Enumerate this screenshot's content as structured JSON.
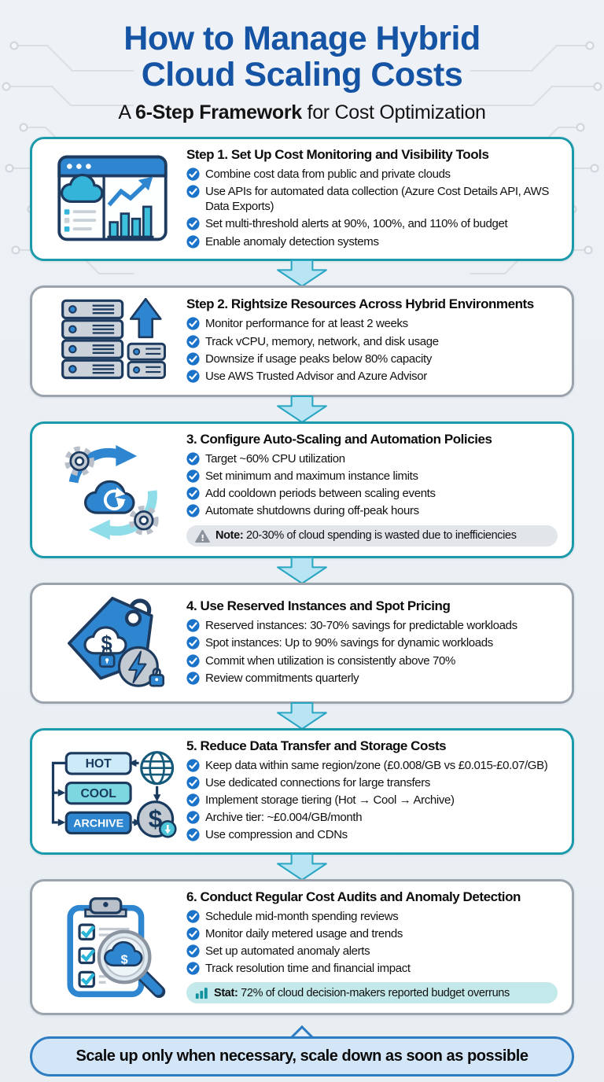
{
  "header": {
    "title_line1": "How to Manage Hybrid",
    "title_line2": "Cloud Scaling Costs",
    "subtitle_prefix": "A ",
    "subtitle_bold": "6-Step Framework",
    "subtitle_suffix": " for Cost Optimization"
  },
  "steps": [
    {
      "icon": "cost-monitoring-dashboard-icon",
      "title": "Step 1. Set Up Cost Monitoring and Visibility Tools",
      "bullets": [
        "Combine cost data from public and private clouds",
        "Use APIs for automated data collection (Azure Cost Details API, AWS Data Exports)",
        "Set multi-threshold alerts at 90%, 100%, and 110% of budget",
        "Enable anomaly detection systems"
      ]
    },
    {
      "icon": "server-rightsizing-icon",
      "title": "Step 2. Rightsize Resources Across Hybrid Environments",
      "bullets": [
        "Monitor performance for at least 2 weeks",
        "Track vCPU, memory, network, and disk usage",
        "Downsize if usage peaks below 80% capacity",
        "Use AWS Trusted Advisor and Azure Advisor"
      ]
    },
    {
      "icon": "auto-scaling-icon",
      "title": "3. Configure Auto-Scaling and Automation Policies",
      "bullets": [
        "Target ~60% CPU utilization",
        "Set minimum and maximum instance limits",
        "Add cooldown periods between scaling events",
        "Automate shutdowns during off-peak hours"
      ],
      "note": {
        "label": "Note:",
        "text": "20-30% of cloud spending is wasted due to inefficiencies"
      }
    },
    {
      "icon": "reserved-instances-price-tag-icon",
      "title": "4. Use Reserved Instances and Spot Pricing",
      "bullets": [
        "Reserved instances: 30-70% savings for predictable workloads",
        "Spot instances: Up to 90% savings for dynamic workloads",
        "Commit when utilization is consistently above 70%",
        "Review commitments quarterly"
      ]
    },
    {
      "icon": "storage-tiering-icon",
      "icon_labels": [
        "HOT",
        "COOL",
        "ARCHIVE"
      ],
      "title": "5. Reduce Data Transfer and Storage Costs",
      "bullets": [
        "Keep data within same region/zone (£0.008/GB vs £0.015-£0.07/GB)",
        "Use dedicated connections for large transfers",
        "Implement storage tiering (Hot → Cool → Archive)",
        "Archive tier: ~£0.004/GB/month",
        "Use compression and CDNs"
      ]
    },
    {
      "icon": "cost-audit-magnifier-icon",
      "title": "6. Conduct Regular Cost Audits and Anomaly Detection",
      "bullets": [
        "Schedule mid-month spending reviews",
        "Monitor daily metered usage and trends",
        "Set up automated anomaly alerts",
        "Track resolution time and financial impact"
      ],
      "stat": {
        "label": "Stat:",
        "text": "72% of cloud decision-makers reported budget overruns"
      }
    }
  ],
  "footer": {
    "text": "Scale up only when necessary, scale down as soon as possible"
  },
  "colors": {
    "title_blue": "#1553a4",
    "card_border_teal": "#1b9aab",
    "card_border_gray": "#9ba3ad",
    "arrow_fill": "#b8e4f4",
    "arrow_stroke": "#2aa6c2",
    "bullet_check_blue": "#1a73c9",
    "note_pill_bg": "#e2e5ea",
    "stat_pill_bg": "#c4e9ea",
    "footer_bg": "#d3e6f8",
    "footer_border": "#2e7cc2"
  }
}
